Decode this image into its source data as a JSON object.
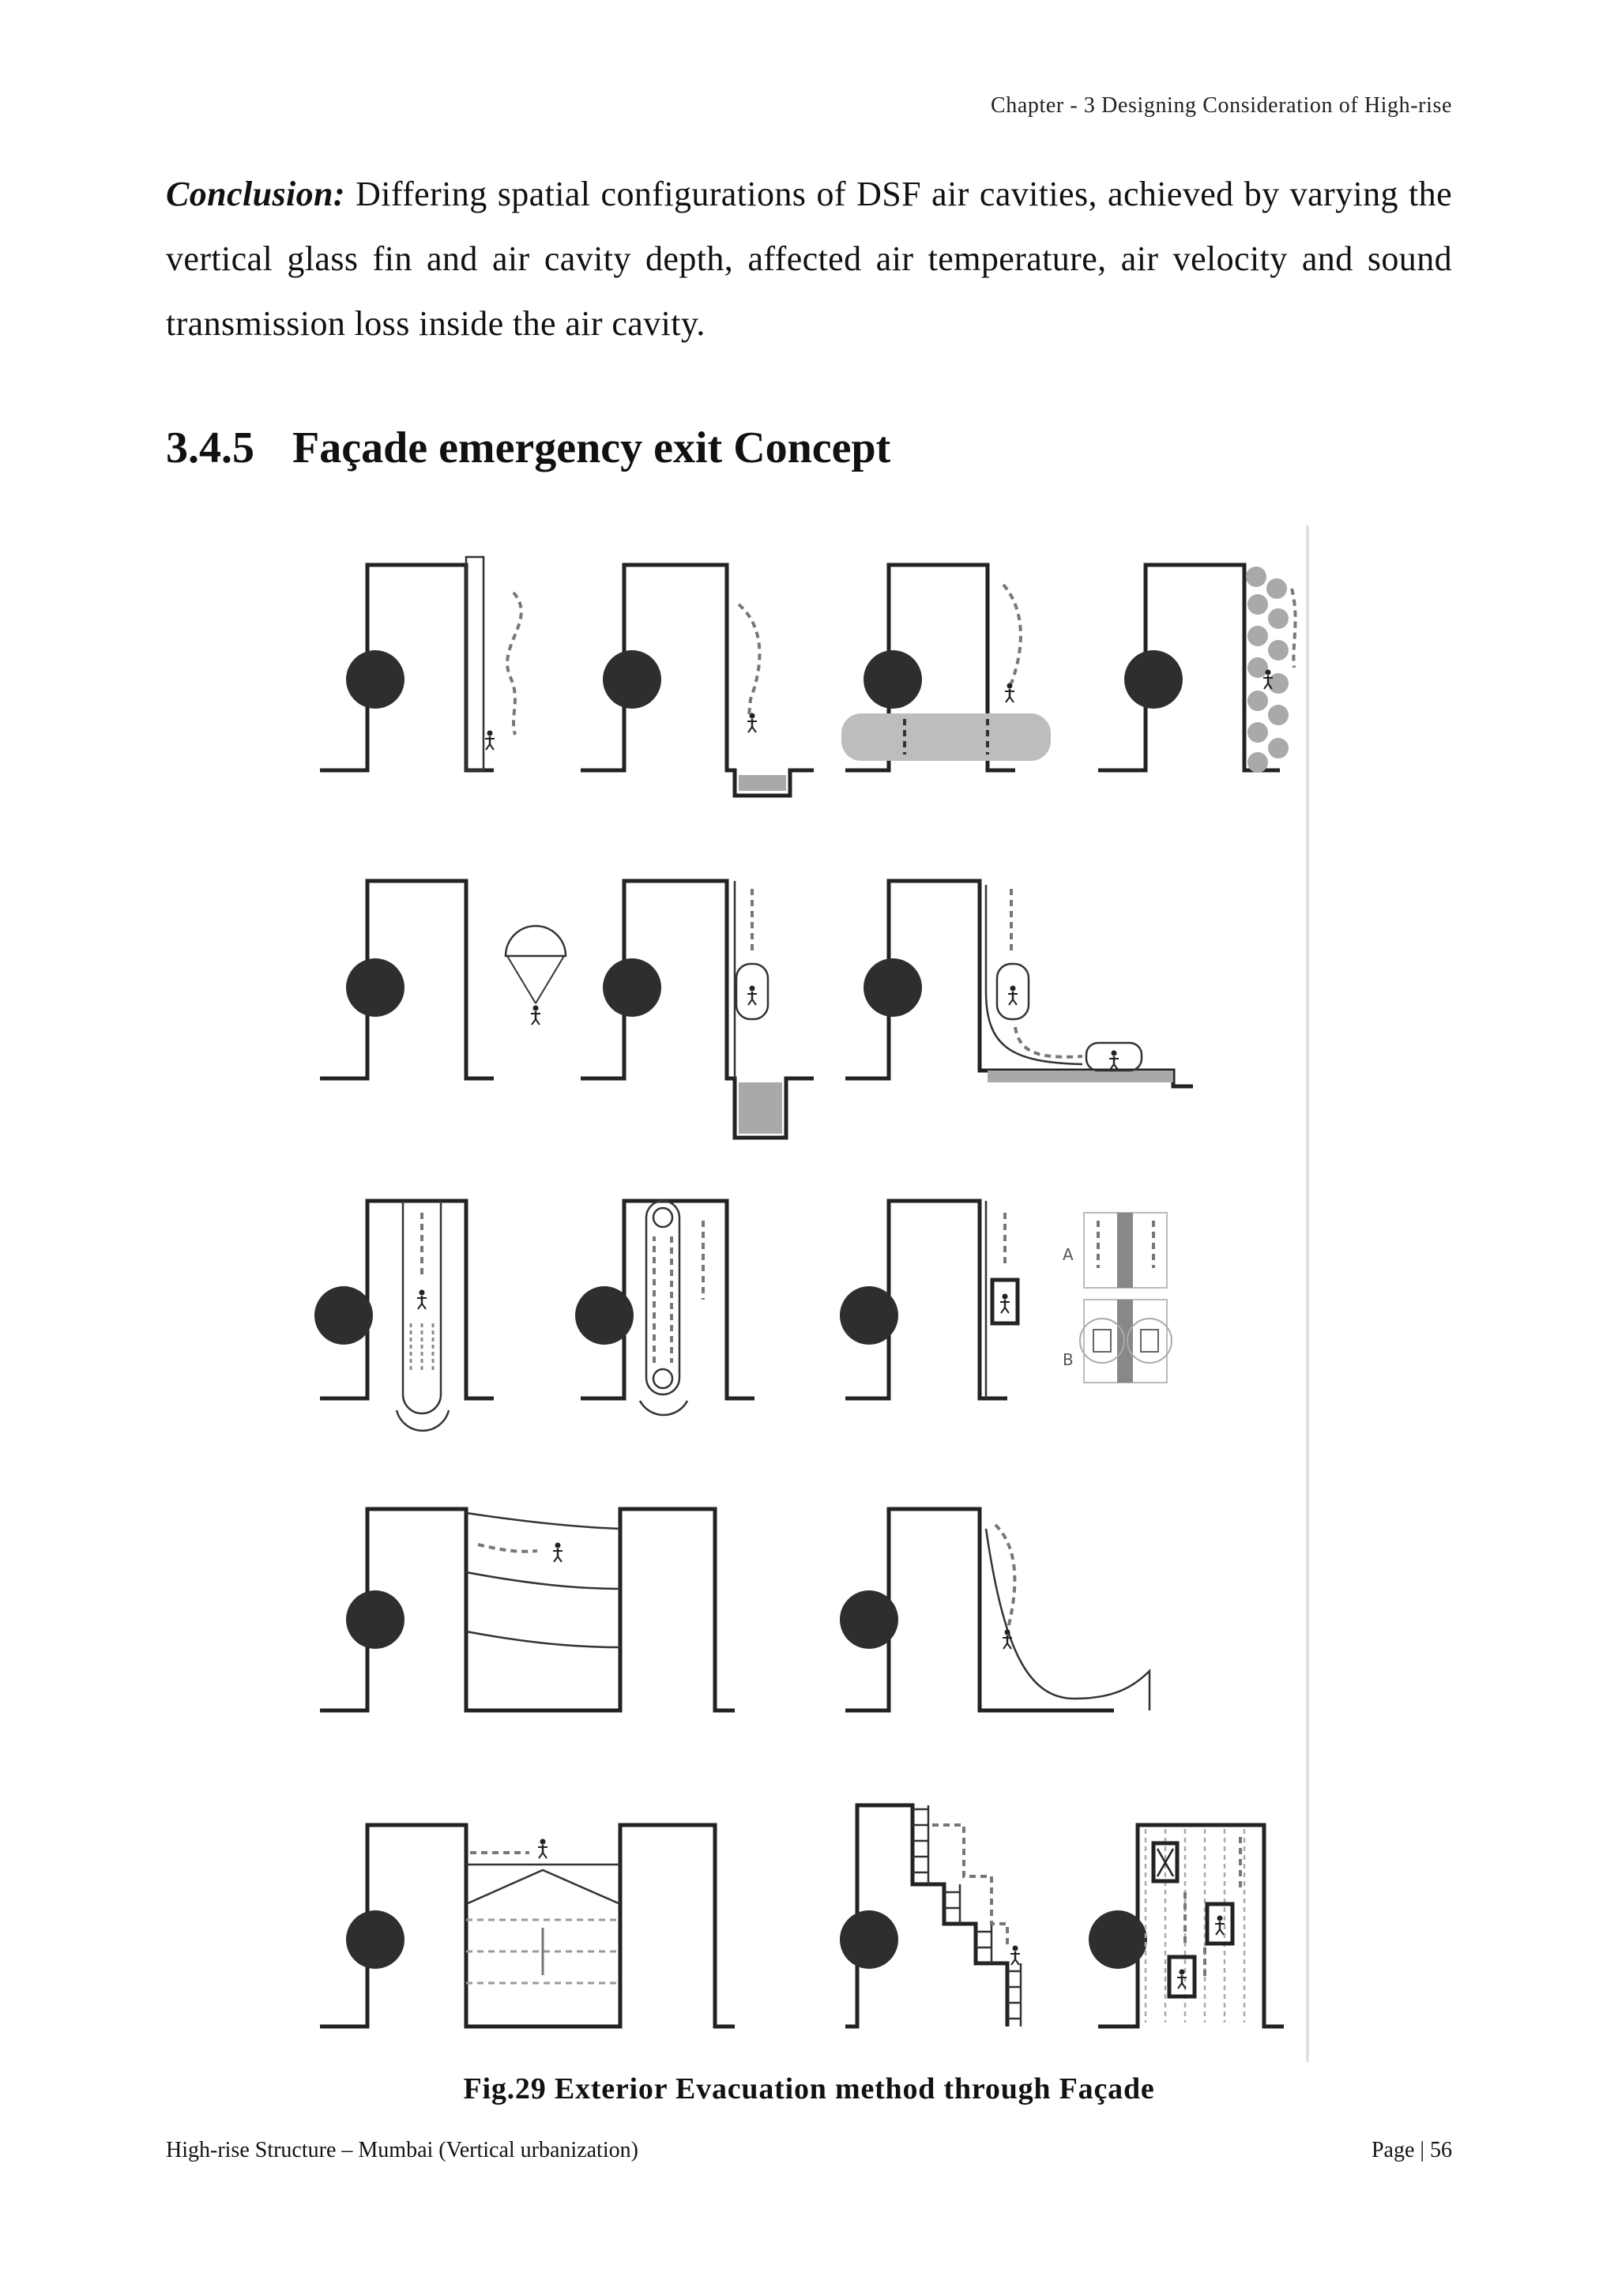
{
  "header": {
    "running_title": "Chapter - 3   Designing Consideration of High-rise"
  },
  "conclusion": {
    "lead": "Conclusion:",
    "text": " Differing spatial configurations of DSF air cavities, achieved by varying the vertical glass fin and air cavity depth, affected air temperature, air velocity and sound transmission loss inside the air cavity."
  },
  "section": {
    "number": "3.4.5",
    "title": "Façade emergency exit Concept"
  },
  "figure": {
    "caption": "Fig.29 Exterior Evacuation method through Façade",
    "panel_labels": {
      "a": "A",
      "b": "B"
    }
  },
  "footer": {
    "left": "High-rise Structure – Mumbai (Vertical urbanization)",
    "right": "Page | 56"
  }
}
